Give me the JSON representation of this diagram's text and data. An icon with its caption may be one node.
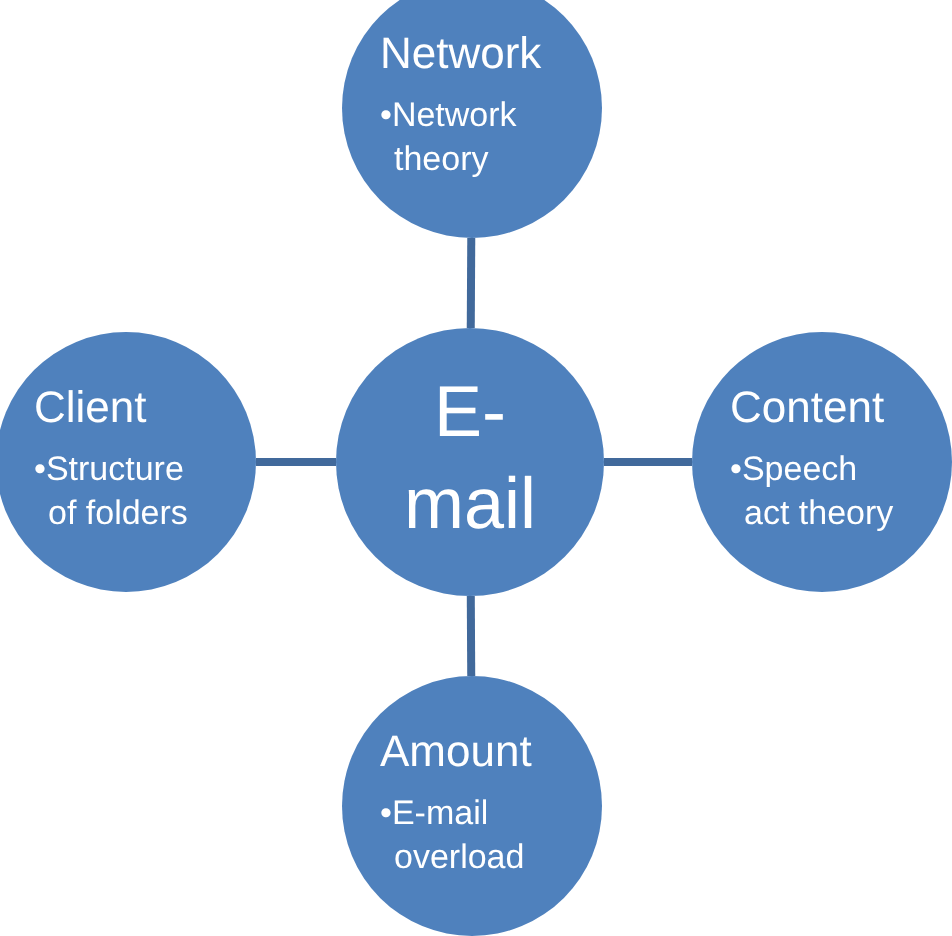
{
  "diagram": {
    "nodes": [
      {
        "text": [
          "Network",
          "•Network theory"
        ]
      },
      {
        "text": [
          "Client",
          "•Structure of folders"
        ]
      },
      {
        "text": [
          "E-mail"
        ]
      },
      {
        "text": [
          "Content",
          "•Speech act theory"
        ]
      },
      {
        "text": [
          "Amount",
          "•E-mail overload"
        ]
      }
    ],
    "edges": [
      {
        "from": 2,
        "to": 0,
        "arrow": "none"
      },
      {
        "from": 2,
        "to": 1,
        "arrow": "none"
      },
      {
        "from": 2,
        "to": 3,
        "arrow": "none"
      },
      {
        "from": 2,
        "to": 4,
        "arrow": "none"
      }
    ]
  }
}
